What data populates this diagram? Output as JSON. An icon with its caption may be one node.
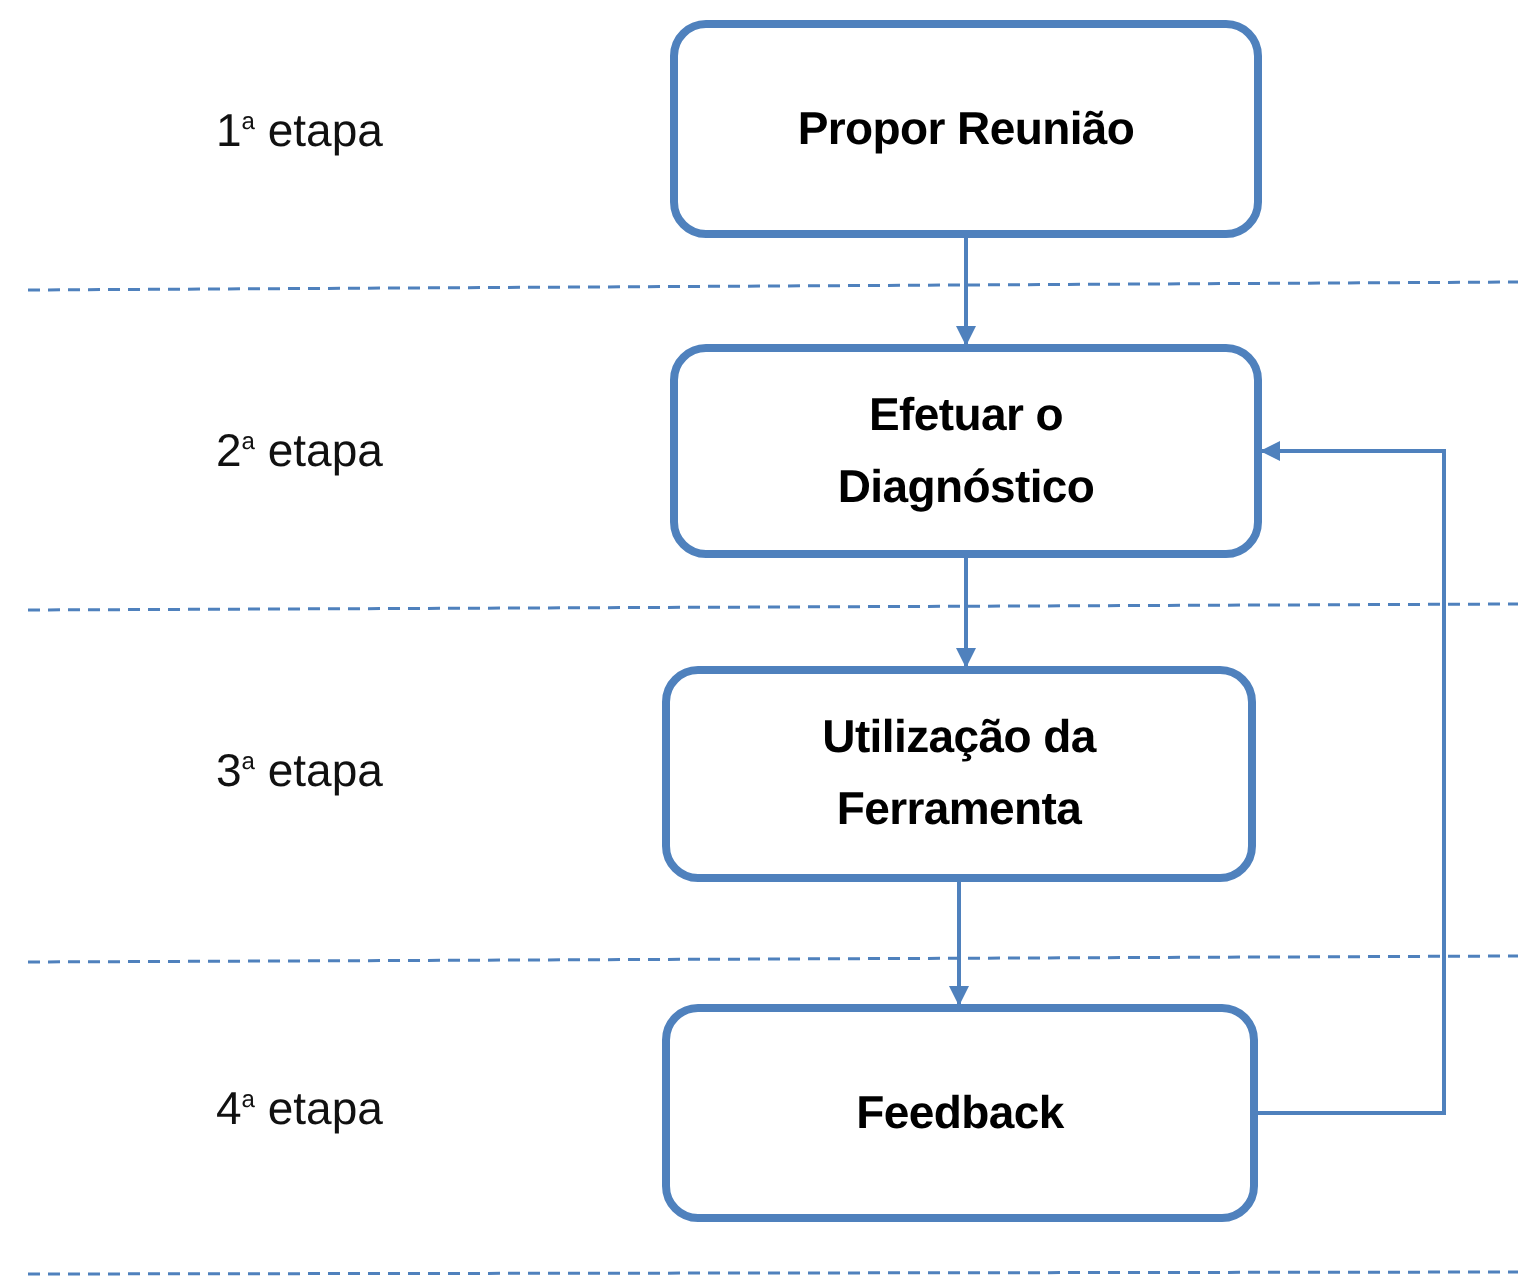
{
  "diagram": {
    "nodes": [
      {
        "text": [
          "Propor Reunião"
        ]
      },
      {
        "text": [
          "Efetuar o Diagnóstico"
        ]
      },
      {
        "text": [
          "Utilização da Ferramenta"
        ]
      },
      {
        "text": [
          "Feedback"
        ]
      }
    ],
    "edges": [
      {
        "from": 0,
        "to": 1,
        "arrow": "to"
      },
      {
        "from": 1,
        "to": 2,
        "arrow": "to"
      },
      {
        "from": 2,
        "to": 3,
        "arrow": "to"
      },
      {
        "from": 3,
        "to": 1,
        "arrow": "to"
      }
    ],
    "labels": [
      "1$^{a}$ etapa",
      "2$^{a}$ etapa",
      "3$^{a}$ etapa",
      "4$^{a}$ etapa"
    ]
  }
}
